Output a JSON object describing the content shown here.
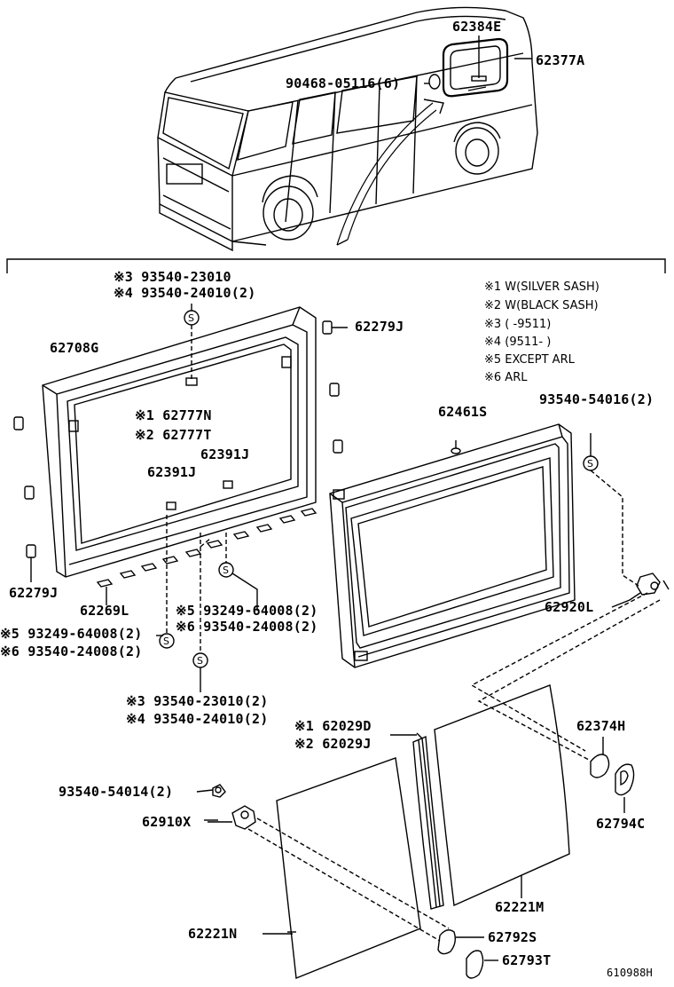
{
  "labels": {
    "p62384E": "62384E",
    "p62377A": "62377A",
    "p90468": "90468-05116(6)",
    "p93540_23010_top": "※3 93540-23010",
    "p93540_24010_top": "※4 93540-24010(2)",
    "p62279J_top": "62279J",
    "p62708G": "62708G",
    "p62777N": "※1 62777N",
    "p62777T": "※2 62777T",
    "p62391J_a": "62391J",
    "p62391J_b": "62391J",
    "p62461S": "62461S",
    "p93540_54016": "93540-54016(2)",
    "p62279J_bot": "62279J",
    "p62269L": "62269L",
    "p93249_right": "※5 93249-64008(2)",
    "p93540_24008_right": "※6 93540-24008(2)",
    "p93249_left": "※5 93249-64008(2)",
    "p93540_24008_left": "※6 93540-24008(2)",
    "p62920L": "62920L",
    "p93540_23010_bot": "※3 93540-23010(2)",
    "p93540_24010_bot": "※4 93540-24010(2)",
    "p62029D": "※1 62029D",
    "p62029J": "※2 62029J",
    "p62374H": "62374H",
    "p93540_54014": "93540-54014(2)",
    "p62910X": "62910X",
    "p62794C": "62794C",
    "p62221M": "62221M",
    "p62221N": "62221N",
    "p62792S": "62792S",
    "p62793T": "62793T",
    "diagram_id": "610988H"
  },
  "notes": [
    "※1 W(SILVER SASH)",
    "※2 W(BLACK SASH)",
    "※3 (       -9511)",
    "※4 (9511-       )",
    "※5 EXCEPT ARL",
    "※6 ARL"
  ],
  "symbols": {
    "screw": "S"
  }
}
